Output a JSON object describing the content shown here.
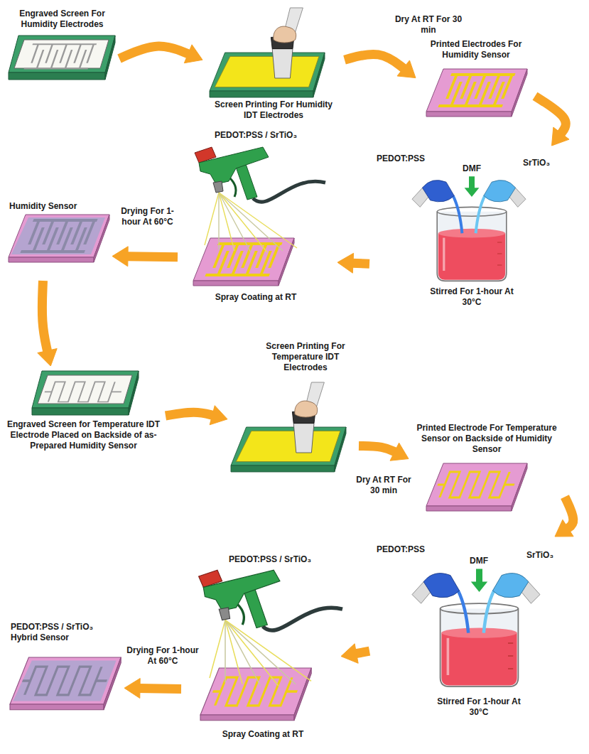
{
  "diagram": {
    "nodes": [
      {
        "text": [
          "Engraved Screen For Humidity Electrodes"
        ]
      },
      {
        "text": [
          "Screen Printing For Humidity IDT Electrodes"
        ]
      },
      {
        "text": [
          "Printed Electrodes For Humidity Sensor"
        ]
      },
      {
        "text": [
          "PEDOT:PSS",
          "DMF",
          "SrTiO₃",
          "Stirred For 1-hour At 30°C"
        ]
      },
      {
        "text": [
          "PEDOT:PSS / SrTiO₃",
          "Spray Coating at RT"
        ]
      },
      {
        "text": [
          "Humidity Sensor"
        ]
      },
      {
        "text": [
          "Engraved Screen for Temperature IDT Electrode Placed on Backside of as-Prepared Humidity Sensor"
        ]
      },
      {
        "text": [
          "Screen Printing For Temperature IDT Electrodes"
        ]
      },
      {
        "text": [
          "Printed Electrode For Temperature Sensor on Backside of Humidity Sensor"
        ]
      },
      {
        "text": [
          "PEDOT:PSS",
          "DMF",
          "SrTiO₃",
          "Stirred For 1-hour At 30°C"
        ]
      },
      {
        "text": [
          "PEDOT:PSS / SrTiO₃",
          "Spray Coating at RT"
        ]
      },
      {
        "text": [
          "PEDOT:PSS / SrTiO₃ Hybrid Sensor"
        ]
      }
    ],
    "edges": [
      {
        "from": 0,
        "to": 1,
        "arrow": "to"
      },
      {
        "from": 1,
        "to": 2,
        "label": "Dry At RT For 30 min",
        "arrow": "to"
      },
      {
        "from": 2,
        "to": 3,
        "arrow": "to"
      },
      {
        "from": 3,
        "to": 4,
        "arrow": "to"
      },
      {
        "from": 4,
        "to": 5,
        "label": "Drying For 1-hour At 60°C",
        "arrow": "to"
      },
      {
        "from": 5,
        "to": 6,
        "arrow": "to"
      },
      {
        "from": 6,
        "to": 7,
        "arrow": "to"
      },
      {
        "from": 7,
        "to": 8,
        "label": "Dry At RT For 30 min",
        "arrow": "to"
      },
      {
        "from": 8,
        "to": 9,
        "arrow": "to"
      },
      {
        "from": 9,
        "to": 10,
        "arrow": "to"
      },
      {
        "from": 10,
        "to": 11,
        "label": "Drying For 1-hour At 60°C",
        "arrow": "to"
      }
    ]
  }
}
